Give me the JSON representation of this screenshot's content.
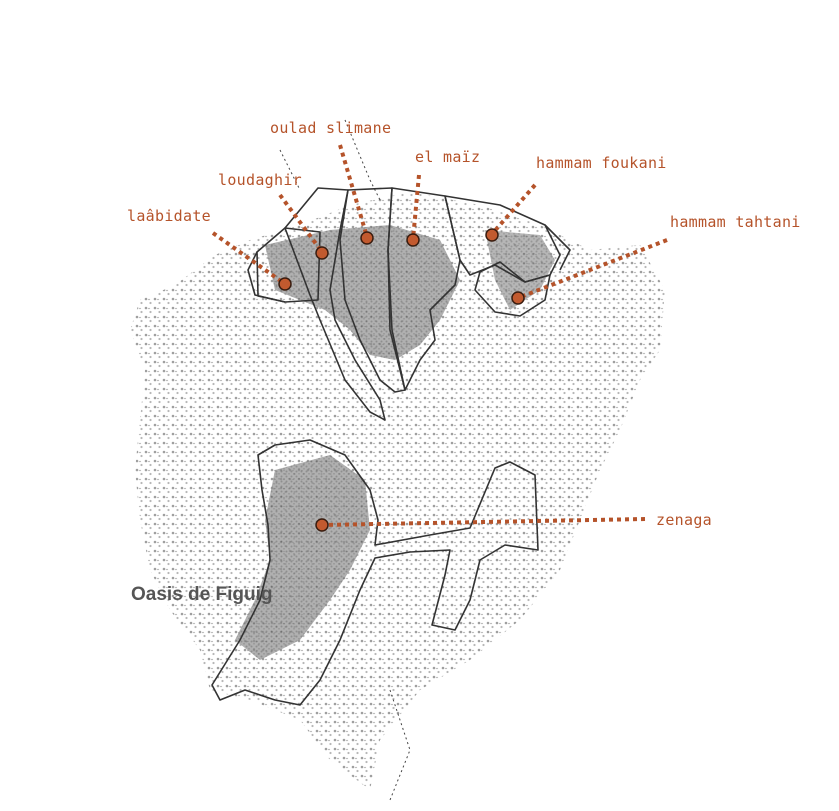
{
  "map": {
    "title": "Oasis de Figuig",
    "accent_color": "#b5532a",
    "outline_color": "#333333",
    "places": [
      {
        "name": "laâbidate"
      },
      {
        "name": "loudaghir"
      },
      {
        "name": "oulad slimane"
      },
      {
        "name": "el maïz"
      },
      {
        "name": "hammam foukani"
      },
      {
        "name": "hammam tahtani"
      },
      {
        "name": "zenaga"
      }
    ]
  }
}
